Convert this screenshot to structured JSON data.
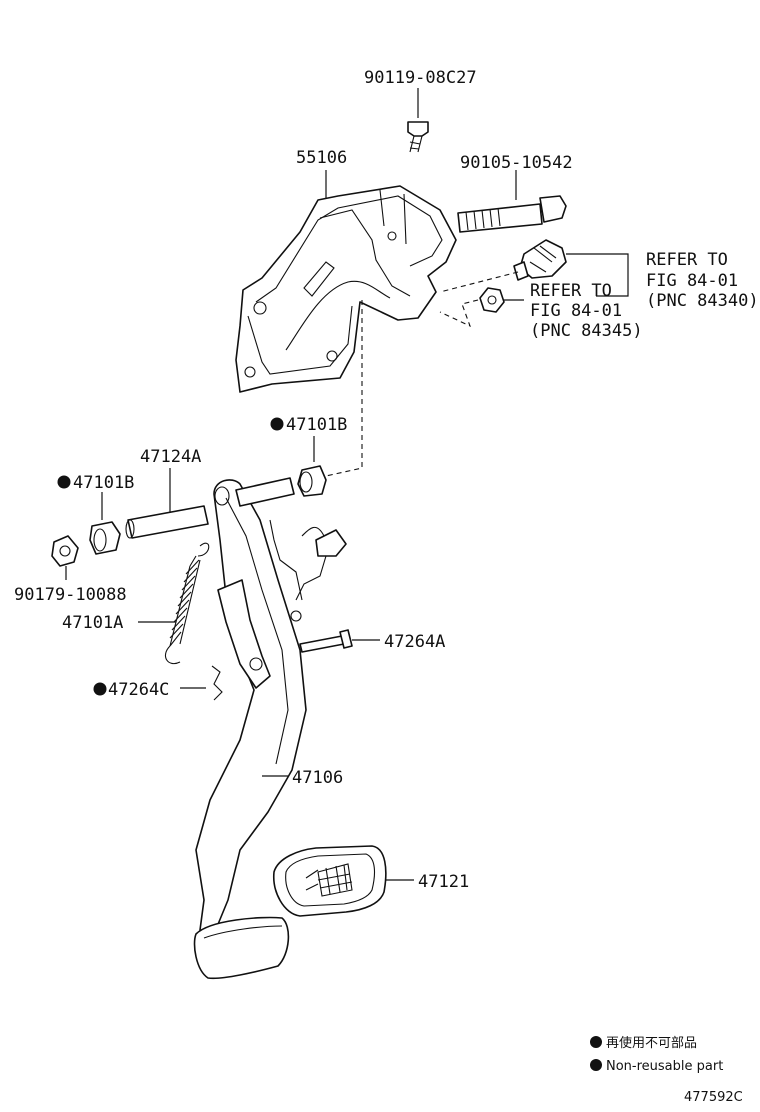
{
  "parts": {
    "bolt_90119": "90119-08C27",
    "bracket_55106": "55106",
    "bolt_90105": "90105-10542",
    "refer1_line1": "REFER TO",
    "refer1_line2": "FIG 84-01",
    "refer1_line3": "(PNC 84340)",
    "refer2_line1": "REFER TO",
    "refer2_line2": "FIG 84-01",
    "refer2_line3": "(PNC 84345)",
    "bushing_47101B_top": "47101B",
    "collar_47124A": "47124A",
    "bushing_47101B_left": "47101B",
    "nut_90179": "90179-10088",
    "spring_47101A": "47101A",
    "pin_47264A": "47264A",
    "clip_47264C": "47264C",
    "pedal_47106": "47106",
    "pad_47121": "47121"
  },
  "legend": {
    "non_reusable_jp": "再使用不可部品",
    "non_reusable_en": "Non-reusable part"
  },
  "figure_id": "477592C"
}
